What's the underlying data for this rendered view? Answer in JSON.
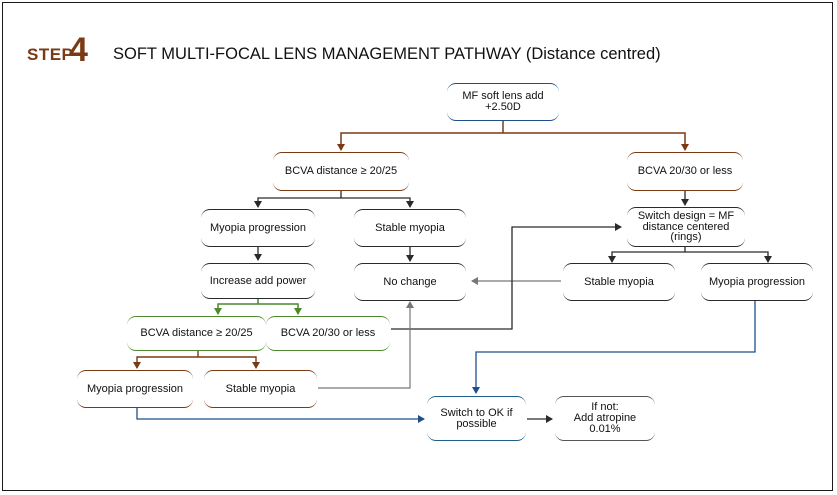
{
  "header": {
    "step_word": "STEP",
    "step_number": "4",
    "title": "SOFT MULTI-FOCAL LENS MANAGEMENT PATHWAY (Distance centred)"
  },
  "colors": {
    "brown": "#7a3a14",
    "green": "#4d8a2e",
    "blue": "#1f4f8a",
    "dark": "#2a2a2a",
    "gray": "#777777"
  },
  "nodes": {
    "root": "MF soft lens add\n+2.50D",
    "bcva_good": "BCVA distance ≥ 20/25",
    "bcva_poor": "BCVA 20/30 or less",
    "myopia_progression_1": "Myopia progression",
    "stable_myopia_1": "Stable myopia",
    "switch_design": "Switch design = MF\ndistance centered\n(rings)",
    "increase_add": "Increase add power",
    "no_change": "No change",
    "stable_myopia_2": "Stable myopia",
    "myopia_progression_2": "Myopia progression",
    "bcva_good_2": "BCVA distance ≥ 20/25",
    "bcva_poor_2": "BCVA 20/30 or less",
    "myopia_progression_3": "Myopia progression",
    "stable_myopia_3": "Stable myopia",
    "switch_ok": "Switch to OK if\npossible",
    "if_not": "If not:\nAdd atropine\n0.01%"
  }
}
